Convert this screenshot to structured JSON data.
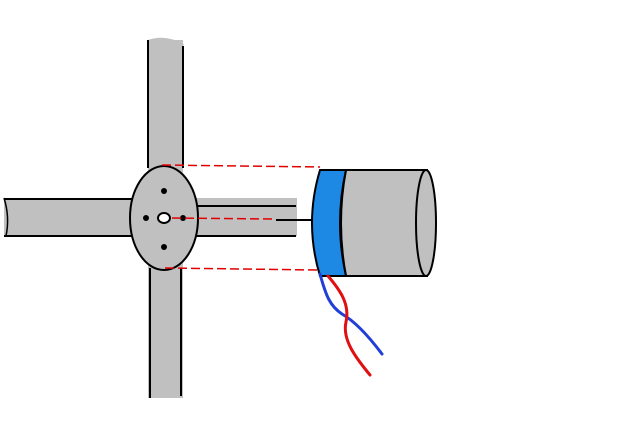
{
  "diagram": {
    "background": "#ffffff",
    "colors": {
      "pipe_fill": "#c0c0c0",
      "outline": "#000000",
      "motor_body": "#c0c0c0",
      "motor_band": "#1e88e5",
      "guide_lines": "#e00000",
      "wire_blue": "#1f3fd6",
      "wire_red": "#e01010"
    },
    "components": [
      "cross-pipe-hub",
      "mounting-holes",
      "motor-cylinder",
      "motor-band",
      "drive-shaft",
      "wires",
      "alignment-guides"
    ]
  }
}
